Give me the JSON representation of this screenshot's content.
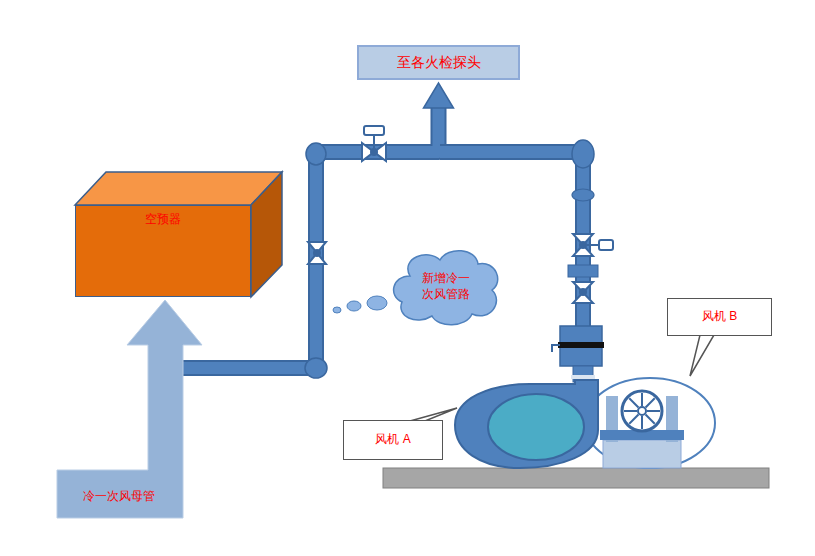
{
  "diagram": {
    "nodes": [
      {
        "text": [
          "至各火检探头"
        ]
      },
      {
        "text": [
          "空预器"
        ]
      },
      {
        "text": [
          "新增冷一次风管路"
        ]
      },
      {
        "text": [
          "风机 B"
        ]
      },
      {
        "text": [
          "风机 A"
        ]
      },
      {
        "text": [
          "冷一次风母管"
        ]
      }
    ],
    "edges": [
      {
        "from": 5,
        "to": 0,
        "arrow": "to"
      }
    ]
  }
}
